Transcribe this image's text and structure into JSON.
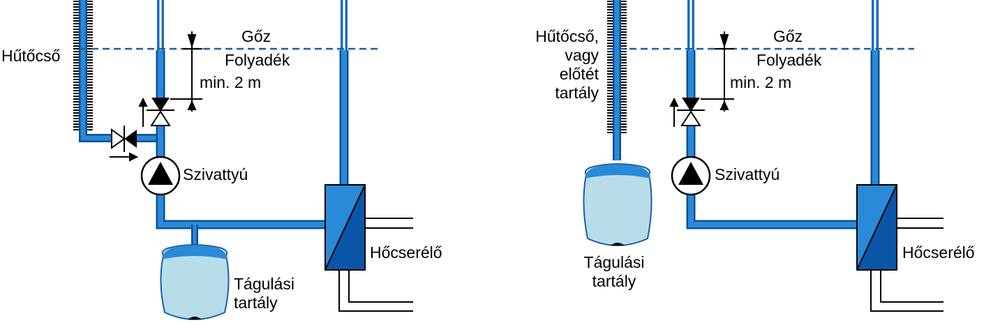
{
  "colors": {
    "pipe": "#1a6dc0",
    "pipe_fill": "#2a8ad8",
    "pipe_outline": "#0b4f9a",
    "hx_light": "#2a8ad8",
    "hx_dark": "#0b55a8",
    "tank_body": "#b8dde9",
    "tank_liquid": "#2a8ad8",
    "level_line": "#1a5ea8",
    "ink": "#000000"
  },
  "left": {
    "label_radiator": "Hűtőcső",
    "label_steam": "Gőz",
    "label_liquid": "Folyadék",
    "label_height": "min. 2 m",
    "label_pump": "Szivattyú",
    "label_tank_1": "Tágulási",
    "label_tank_2": "tartály",
    "label_hx": "Hőcserélő"
  },
  "right": {
    "label_radiator_1": "Hűtőcső,",
    "label_radiator_2": "vagy",
    "label_radiator_3": "előtét",
    "label_radiator_4": "tartály",
    "label_steam": "Gőz",
    "label_liquid": "Folyadék",
    "label_height": "min. 2 m",
    "label_pump": "Szivattyú",
    "label_tank_1": "Tágulási",
    "label_tank_2": "tartály",
    "label_hx": "Hőcserélő"
  }
}
